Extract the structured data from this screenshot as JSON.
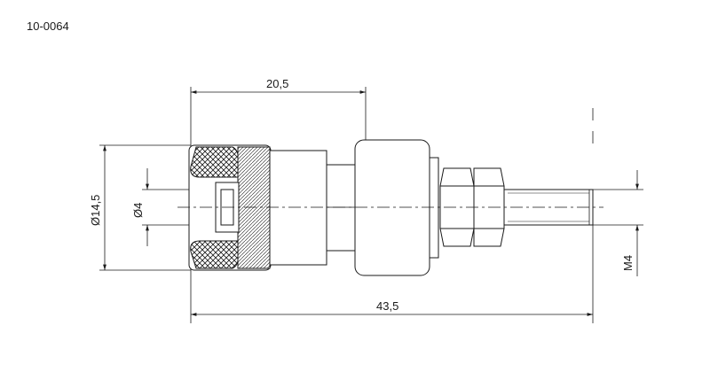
{
  "part_number": "10-0064",
  "dimensions": {
    "body_length": "20,5",
    "overall_length": "43,5",
    "outer_diameter": "Ø14,5",
    "bore_diameter": "Ø4",
    "thread": "M4"
  },
  "colors": {
    "line": "#1a1a1a",
    "background": "#ffffff"
  }
}
